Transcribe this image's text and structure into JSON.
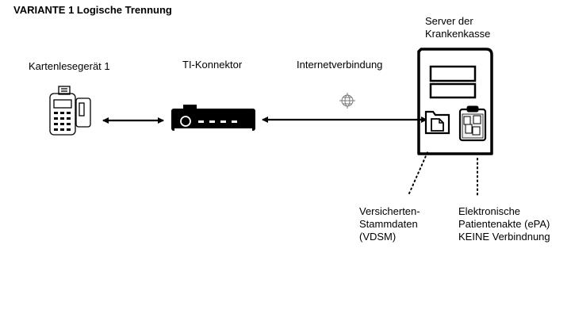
{
  "title": "VARIANTE 1 Logische Trennung",
  "nodes": {
    "card_reader": {
      "label": "Kartenlesegerät 1",
      "icon": "card-terminal-icon"
    },
    "connector": {
      "label": "TI-Konnektor",
      "icon": "router-device-icon"
    },
    "internet": {
      "label": "Internetverbindung",
      "icon": "globe-icon"
    },
    "server": {
      "label_lines": [
        "Server der",
        "Krankenkasse"
      ],
      "icon": "server-tower-icon"
    },
    "vsdm": {
      "label_lines": [
        "Versicherten-",
        "Stammdaten",
        "(VDSM)"
      ],
      "icon": "folder-document-icon"
    },
    "epa": {
      "label_lines": [
        "Elektronische",
        "Patientenakte (ePA)",
        "KEINE Verbindnung"
      ],
      "icon": "clipboard-files-icon"
    }
  },
  "connections": [
    {
      "from": "card_reader",
      "to": "connector",
      "style": "double-arrow"
    },
    {
      "from": "connector",
      "to": "server",
      "style": "double-arrow"
    },
    {
      "from": "vsdm",
      "to": "server",
      "style": "dotted"
    },
    {
      "from": "epa",
      "to": "server",
      "style": "dotted"
    }
  ]
}
